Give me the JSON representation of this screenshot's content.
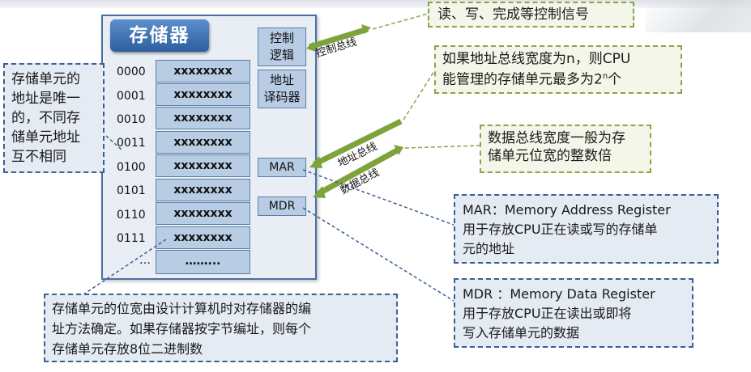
{
  "header": {
    "title": ""
  },
  "memory": {
    "title": "存储器",
    "addresses": [
      "0000",
      "0001",
      "0010",
      "0011",
      "0100",
      "0101",
      "0110",
      "0111",
      "…"
    ],
    "cells": [
      "xxxxxxxx",
      "xxxxxxxx",
      "xxxxxxxx",
      "xxxxxxxx",
      "xxxxxxxx",
      "xxxxxxxx",
      "xxxxxxxx",
      "xxxxxxxx",
      "……..."
    ],
    "control_logic": [
      "控制",
      "逻辑"
    ],
    "address_decoder": [
      "地址",
      "译码器"
    ],
    "mar": "MAR",
    "mdr": "MDR"
  },
  "buses": {
    "control": "控制总线",
    "address": "地址总线",
    "data": "数据总线"
  },
  "notes": {
    "control_signal": "读、写、完成等控制信号",
    "address_bus_line1": "如果地址总线宽度为n，则CPU",
    "address_bus_line2_prefix": "能管理的存储单元最多为2",
    "address_bus_sup": "n",
    "address_bus_line2_suffix": "个",
    "data_bus_line1": "数据总线宽度一般为存",
    "data_bus_line2": "储单元位宽的整数倍",
    "unique_address": [
      "存储单元的",
      "地址是唯一",
      "的，不同存",
      "储单元地址",
      "互不相同"
    ],
    "cell_width": [
      "存储单元的位宽由设计计算机时对存储器的编",
      "址方法确定。如果存储器按字节编址，则每个",
      "存储单元存放8位二进制数"
    ],
    "mar_note": [
      "MAR：Memory Address Register",
      "用于存放CPU正在读或写的存储单",
      "元的地址"
    ],
    "mdr_note": [
      "MDR ：Memory Data Register",
      "用于存放CPU正在读出或即将",
      "写入存储单元的数据"
    ]
  },
  "colors": {
    "frame": "#4a6fa5",
    "cell": "#b8cce4",
    "bus_arrow": "#7ea33a",
    "note_blue": "#3b5e93",
    "note_green": "#8aa545"
  }
}
